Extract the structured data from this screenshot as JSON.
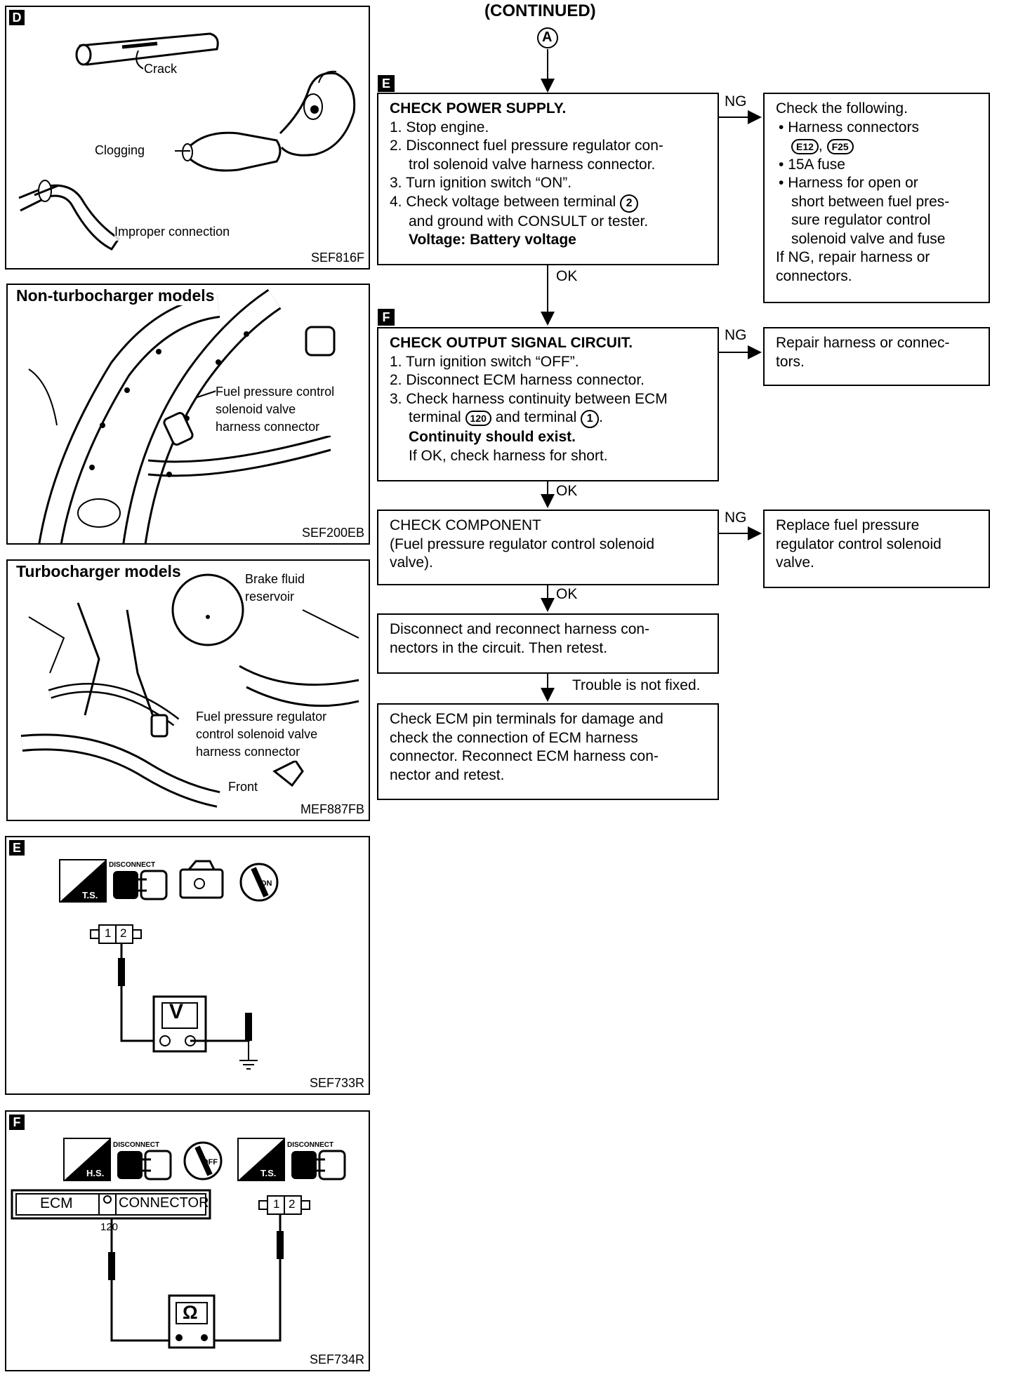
{
  "header": {
    "continued": "(CONTINUED)",
    "connector_in": "A"
  },
  "left_panels": {
    "d": {
      "tag": "D",
      "crack": "Crack",
      "clogging": "Clogging",
      "improper": "Improper connection",
      "code": "SEF816F"
    },
    "non_turbo": {
      "title": "Non-turbocharger models",
      "callout": [
        "Fuel pressure control",
        "solenoid valve",
        "harness connector"
      ],
      "code": "SEF200EB"
    },
    "turbo": {
      "title": "Turbocharger models",
      "brake": [
        "Brake fluid",
        "reservoir"
      ],
      "callout": [
        "Fuel pressure regulator",
        "control solenoid valve",
        "harness connector"
      ],
      "front": "Front",
      "code": "MEF887FB"
    },
    "e": {
      "tag": "E",
      "ts": "T.S.",
      "disconnect": "DISCONNECT",
      "on": "ON",
      "pin1": "1",
      "pin2": "2",
      "meter": "V",
      "code": "SEF733R"
    },
    "f": {
      "tag": "F",
      "hs": "H.S.",
      "ts": "T.S.",
      "disconnect1": "DISCONNECT",
      "disconnect2": "DISCONNECT",
      "off": "OFF",
      "ecm": "ECM",
      "connector": "CONNECTOR",
      "terminal": "120",
      "pin1": "1",
      "pin2": "2",
      "meter": "Ω",
      "code": "SEF734R"
    }
  },
  "flow": {
    "step_e": {
      "tag": "E",
      "title": "CHECK POWER SUPPLY.",
      "steps": [
        "1. Stop engine.",
        "2. Disconnect fuel pressure regulator con-",
        "trol solenoid valve harness connector.",
        "3. Turn ignition switch “ON”.",
        "4. Check voltage between terminal",
        "and ground with CONSULT or tester."
      ],
      "terminal": "2",
      "result": "Voltage: Battery voltage"
    },
    "ng_e": {
      "intro": "Check the following.",
      "connectors_label": "Harness connectors",
      "conn1": "E12",
      "conn2": "F25",
      "fuse": "15A fuse",
      "harness": [
        "Harness for open or",
        "short between fuel pres-",
        "sure regulator control",
        "solenoid valve and fuse"
      ],
      "repair": [
        "If NG, repair harness or",
        "connectors."
      ]
    },
    "step_f": {
      "tag": "F",
      "title": "CHECK OUTPUT SIGNAL CIRCUIT.",
      "steps": [
        "1. Turn ignition switch “OFF”.",
        "2. Disconnect ECM harness connector.",
        "3. Check harness continuity between ECM"
      ],
      "terminal_pre": "terminal",
      "terminal_a": "120",
      "terminal_mid": "and terminal",
      "terminal_b": "1",
      "result": "Continuity should exist.",
      "note": "If OK, check harness for short."
    },
    "ng_f": {
      "lines": [
        "Repair harness or connec-",
        "tors."
      ]
    },
    "component": {
      "lines": [
        "CHECK COMPONENT",
        "(Fuel pressure regulator control solenoid",
        "valve)."
      ]
    },
    "ng_component": {
      "lines": [
        "Replace fuel pressure",
        "regulator control solenoid",
        "valve."
      ]
    },
    "reconnect": {
      "lines": [
        "Disconnect and reconnect harness con-",
        "nectors in the circuit. Then retest."
      ]
    },
    "final": {
      "lines": [
        "Check ECM pin terminals for damage and",
        "check the connection of ECM harness",
        "connector. Reconnect ECM harness con-",
        "nector and retest."
      ]
    },
    "labels": {
      "ng1": "NG",
      "ng2": "NG",
      "ng3": "NG",
      "ok1": "OK",
      "ok2": "OK",
      "ok3": "OK",
      "not_fixed": "Trouble is not fixed."
    }
  }
}
